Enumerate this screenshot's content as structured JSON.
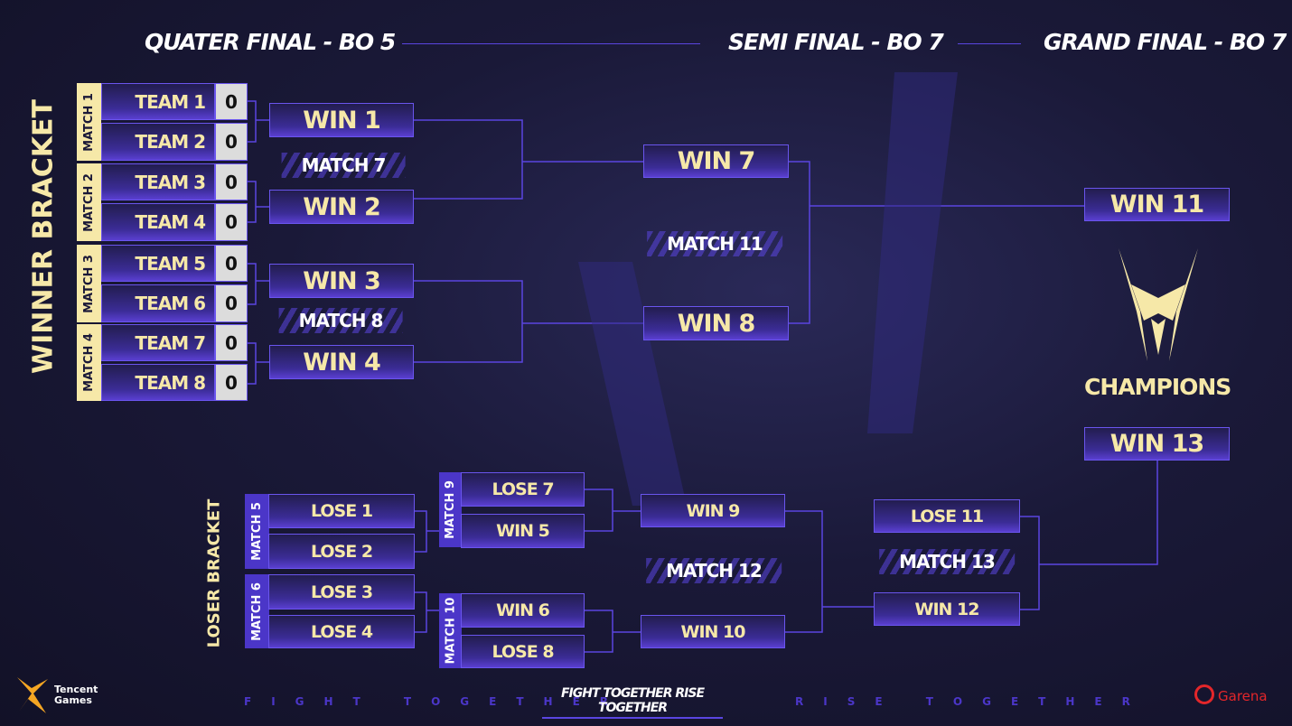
{
  "headers": {
    "quarter": "QUATER FINAL - BO 5",
    "semi": "SEMI FINAL - BO 7",
    "grand": "GRAND FINAL - BO 7"
  },
  "winner_bracket": {
    "label": "WINNER BRACKET",
    "matches": [
      {
        "label": "MATCH 1",
        "teams": [
          {
            "name": "TEAM 1",
            "score": "0"
          },
          {
            "name": "TEAM 2",
            "score": "0"
          }
        ]
      },
      {
        "label": "MATCH 2",
        "teams": [
          {
            "name": "TEAM 3",
            "score": "0"
          },
          {
            "name": "TEAM 4",
            "score": "0"
          }
        ]
      },
      {
        "label": "MATCH 3",
        "teams": [
          {
            "name": "TEAM 5",
            "score": "0"
          },
          {
            "name": "TEAM 6",
            "score": "0"
          }
        ]
      },
      {
        "label": "MATCH 4",
        "teams": [
          {
            "name": "TEAM 7",
            "score": "0"
          },
          {
            "name": "TEAM 8",
            "score": "0"
          }
        ]
      }
    ],
    "wins": [
      "WIN 1",
      "WIN 2",
      "WIN 3",
      "WIN 4"
    ],
    "match7": "MATCH 7",
    "match8": "MATCH 8",
    "win7": "WIN 7",
    "win8": "WIN 8",
    "match11": "MATCH 11",
    "win11": "WIN 11"
  },
  "champions": {
    "label": "CHAMPIONS",
    "win13": "WIN 13"
  },
  "loser_bracket": {
    "label": "LOSER BRACKET",
    "match5": {
      "label": "MATCH 5",
      "slots": [
        "LOSE 1",
        "LOSE 2"
      ]
    },
    "match6": {
      "label": "MATCH 6",
      "slots": [
        "LOSE 3",
        "LOSE 4"
      ]
    },
    "match9": {
      "label": "MATCH 9",
      "slots": [
        "LOSE 7",
        "WIN 5"
      ]
    },
    "match10": {
      "label": "MATCH 10",
      "slots": [
        "WIN 6",
        "LOSE 8"
      ]
    },
    "win9": "WIN 9",
    "win10": "WIN 10",
    "match12": "MATCH 12",
    "lose11": "LOSE 11",
    "win12": "WIN 12",
    "match13": "MATCH 13"
  },
  "footer": {
    "left_slogan": "FIGHT TOGETHER",
    "center_logo": "FIGHT TOGETHER RISE TOGETHER",
    "right_slogan": "RISE TOGETHER",
    "tencent": [
      "Tencent",
      "Games"
    ],
    "garena": "Garena"
  },
  "colors": {
    "accent": "#5a45e0",
    "gold": "#f6e8a8",
    "background": "#14132c"
  }
}
